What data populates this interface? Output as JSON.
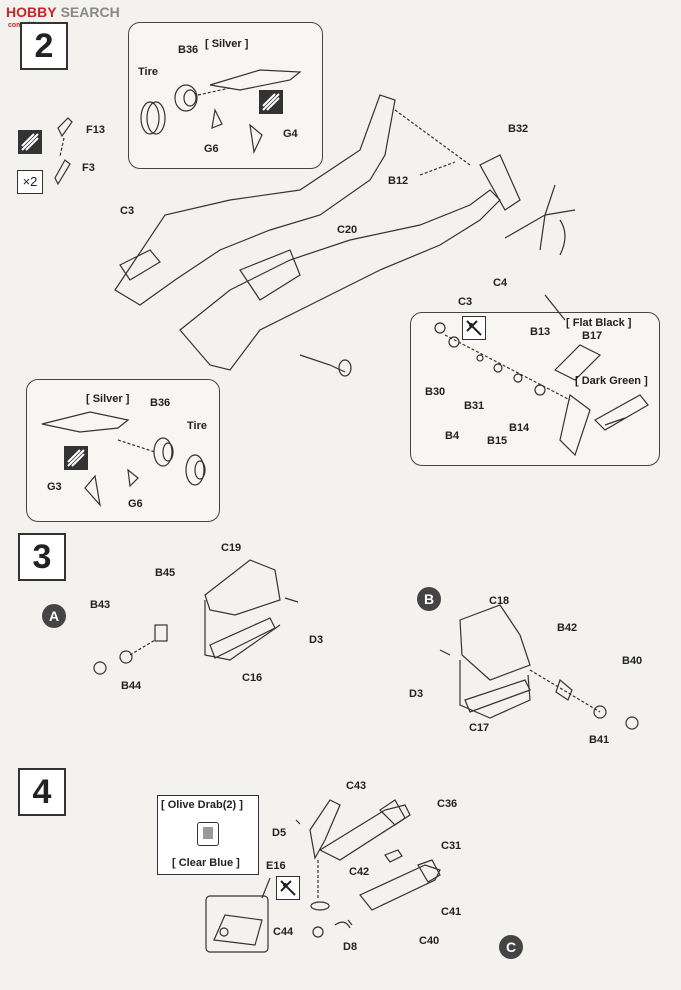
{
  "logo": {
    "brand": "HOBBY",
    "search": "SEARCH",
    "sub": "com-shion.com"
  },
  "steps": {
    "s2": "2",
    "s3": "3",
    "s4": "4"
  },
  "sub_assemblies": {
    "a": "A",
    "b": "B",
    "c": "C"
  },
  "multiplier": "×2",
  "colors": {
    "silver": "[ Silver ]",
    "flat_black": "[ Flat Black ]",
    "dark_green": "[ Dark Green ]",
    "olive_drab": "[ Olive Drab(2) ]",
    "clear_blue": "[ Clear Blue ]"
  },
  "parts": {
    "tire": "Tire",
    "b36": "B36",
    "g6": "G6",
    "g4": "G4",
    "g3": "G3",
    "f13": "F13",
    "f3": "F3",
    "c3": "C3",
    "c20": "C20",
    "b12": "B12",
    "b32": "B32",
    "c4": "C4",
    "b13": "B13",
    "b17": "B17",
    "b30": "B30",
    "b31": "B31",
    "b4": "B4",
    "b15": "B15",
    "b14": "B14",
    "c19": "C19",
    "b45": "B45",
    "b43": "B43",
    "b44": "B44",
    "d3": "D3",
    "c16": "C16",
    "c18": "C18",
    "b42": "B42",
    "b40": "B40",
    "b41": "B41",
    "c17": "C17",
    "c43": "C43",
    "c36": "C36",
    "d5": "D5",
    "e16": "E16",
    "c42": "C42",
    "c31": "C31",
    "c41": "C41",
    "c44": "C44",
    "d8": "D8",
    "c40": "C40"
  }
}
